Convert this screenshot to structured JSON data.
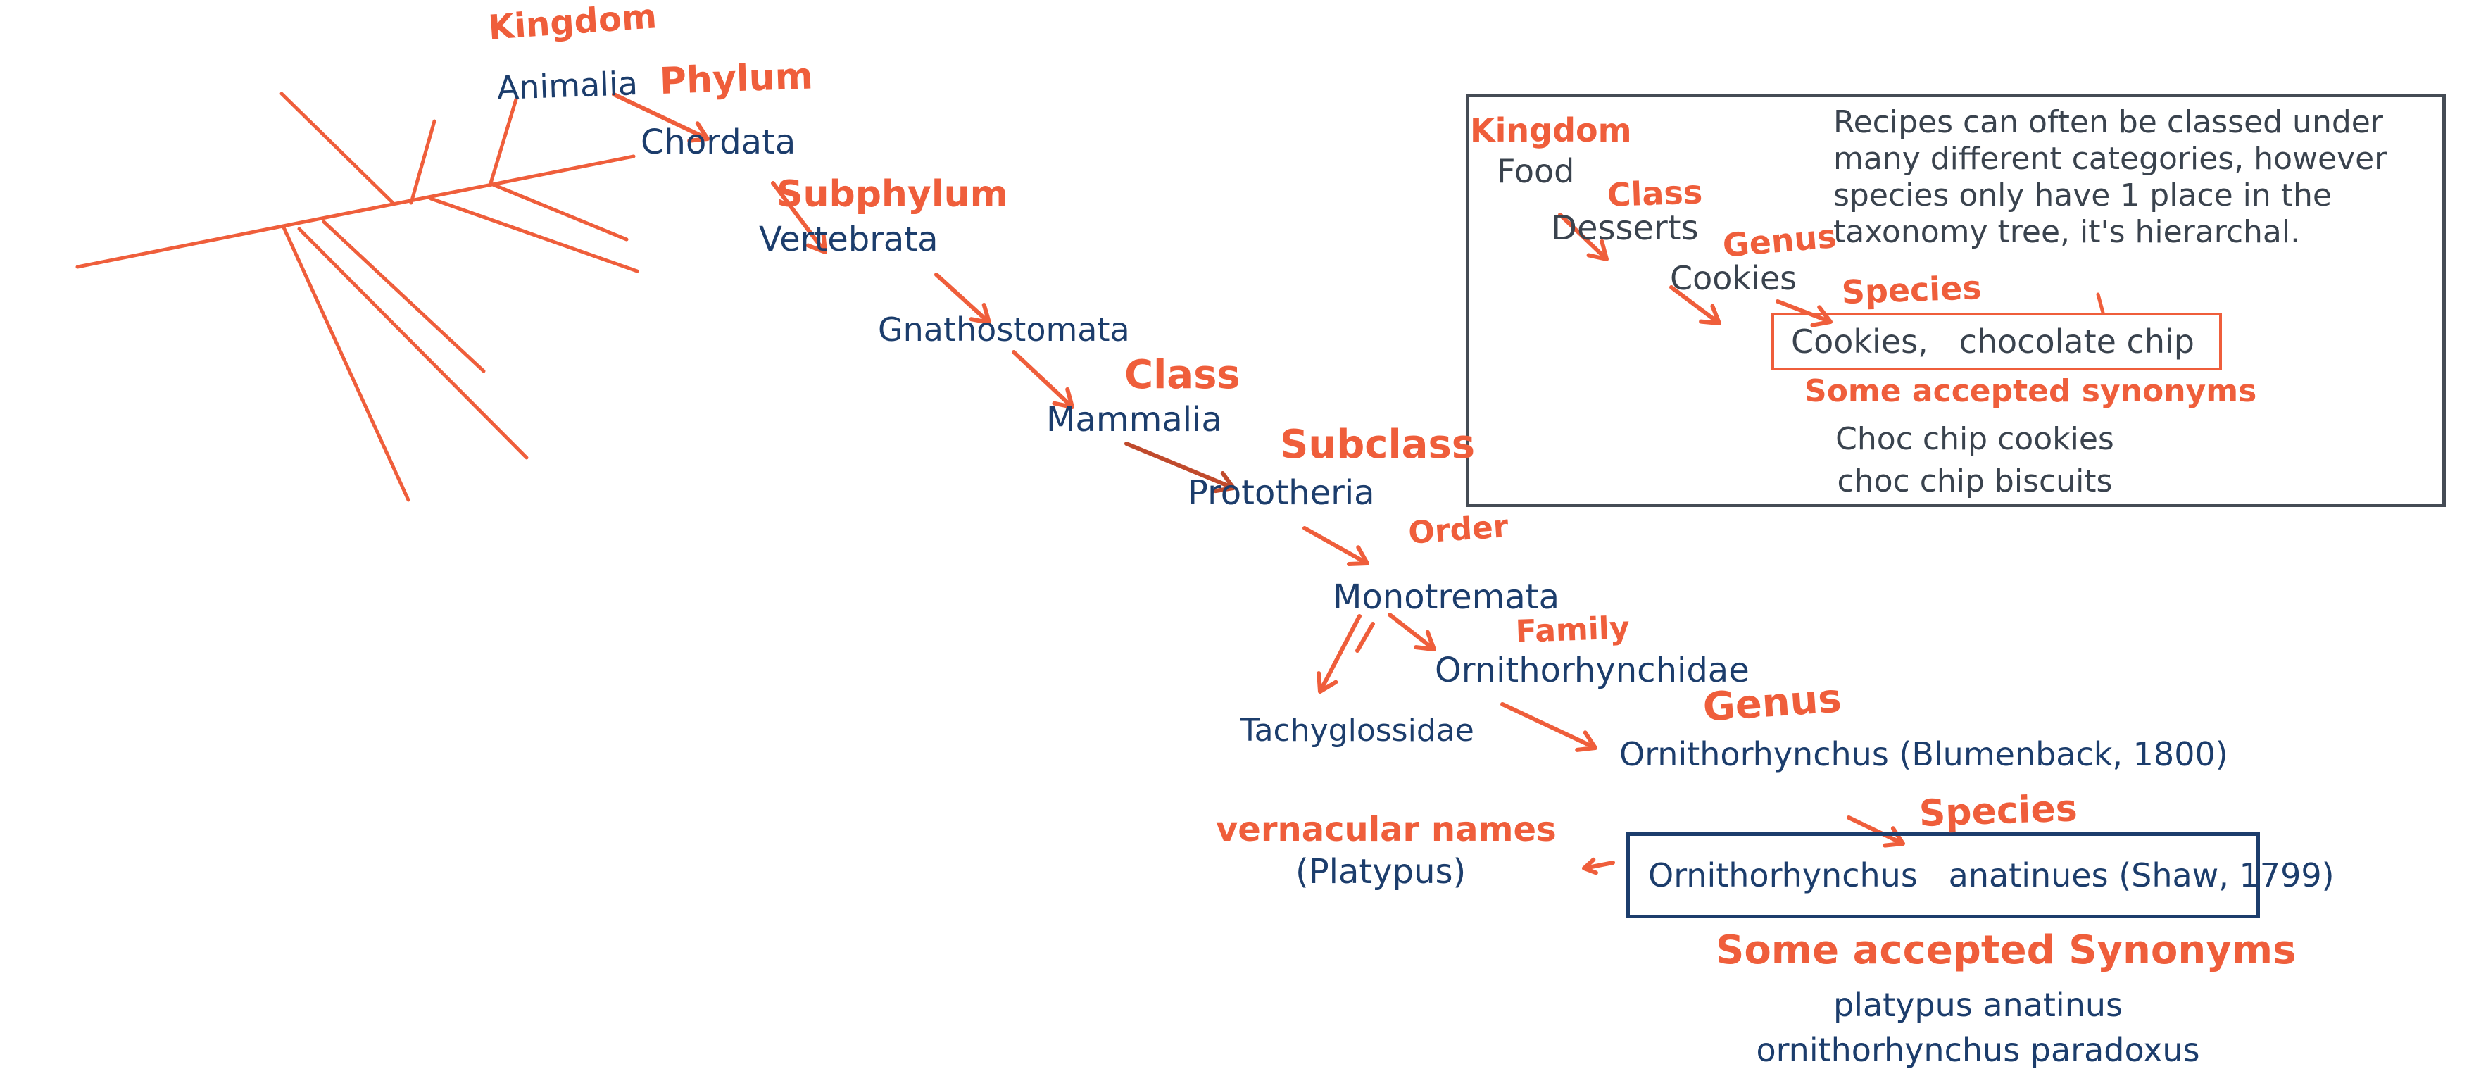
{
  "palette": {
    "orange": "#EF5E3B",
    "brick_arrow": "#C04A2C",
    "navy": "#1C3D6C",
    "slate": "#3A434E",
    "box_border": "#454C55",
    "background": "#FFFFFF"
  },
  "taxonomy": {
    "kingdom_label": "Kingdom",
    "kingdom_value": "Animalia",
    "phylum_label": "Phylum",
    "phylum_value": "Chordata",
    "subphylum_label": "Subphylum",
    "subphylum_value": "Vertebrata",
    "infraphylum_value": "Gnathostomata",
    "class_label": "Class",
    "class_value": "Mammalia",
    "subclass_label": "Subclass",
    "subclass_value": "Prototheria",
    "order_label": "Order",
    "order_value": "Monotremata",
    "family_label": "Family",
    "family_value": "Ornithorhynchidae",
    "sister_family_value": "Tachyglossidae",
    "genus_label": "Genus",
    "genus_value": "Ornithorhynchus (Blumenback, 1800)",
    "species_label": "Species",
    "species_value": "Ornithorhynchus   anatinues (Shaw, 1799)",
    "vernacular_label": "vernacular names",
    "vernacular_value": "(Platypus)",
    "synonyms_title": "Some accepted Synonyms",
    "synonyms": [
      "platypus anatinus",
      "ornithorhynchus paradoxus"
    ]
  },
  "recipe_box": {
    "kingdom_label": "Kingdom",
    "kingdom_value": "Food",
    "class_label": "Class",
    "class_value": "Desserts",
    "genus_label": "Genus",
    "genus_value": "Cookies",
    "species_label": "Species",
    "species_value": "Cookies,   chocolate chip",
    "synonyms_label": "Some accepted synonyms",
    "synonyms": [
      "Choc chip cookies",
      "choc chip biscuits"
    ],
    "note_lines": [
      "Recipes can often be classed under",
      "many different categories, however",
      "species only have 1 place in the",
      "taxonomy tree, it's hierarchal."
    ]
  }
}
